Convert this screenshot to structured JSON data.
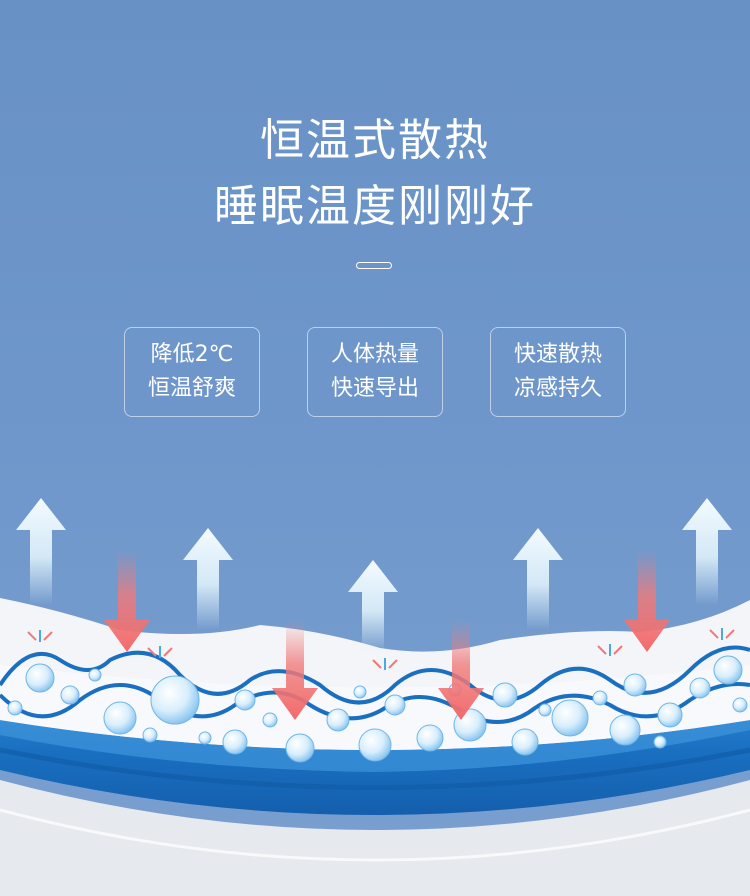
{
  "headline": {
    "line1": "恒温式散热",
    "line2": "睡眠温度刚刚好"
  },
  "features": [
    {
      "line1": "降低2℃",
      "line2": "恒温舒爽"
    },
    {
      "line1": "人体热量",
      "line2": "快速导出"
    },
    {
      "line1": "快速散热",
      "line2": "凉感持久"
    }
  ],
  "illustration": {
    "up_arrow_color": "#e8f6ff",
    "down_arrow_color": "#f07a7a",
    "wave_color": "#1a6fc0",
    "base_colors": [
      "#1a6fc0",
      "#3f95dc",
      "#e9edf3"
    ]
  }
}
